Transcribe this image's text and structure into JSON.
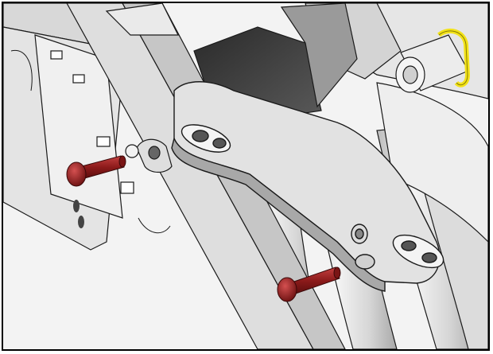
{
  "illustration": {
    "kind": "technical-line-drawing",
    "subject": "bracket-and-bolts-assembly",
    "parts": [
      {
        "name": "left-housing-panel"
      },
      {
        "name": "diagonal-frame-rail"
      },
      {
        "name": "center-bracket-arm"
      },
      {
        "name": "vertical-tubes"
      },
      {
        "name": "upper-right-fitting"
      },
      {
        "name": "yellow-clip"
      },
      {
        "name": "bolt",
        "count": 2
      }
    ],
    "colors": {
      "background": "#fafafa",
      "outline": "#1a1a1a",
      "metal-light": "#e9e9e9",
      "metal-mid": "#cfcfcf",
      "metal-dark": "#4a4a4a",
      "bolt-red": "#8b1a1a",
      "bolt-highlight": "#c44040",
      "clip-yellow": "#f2e21a"
    }
  }
}
